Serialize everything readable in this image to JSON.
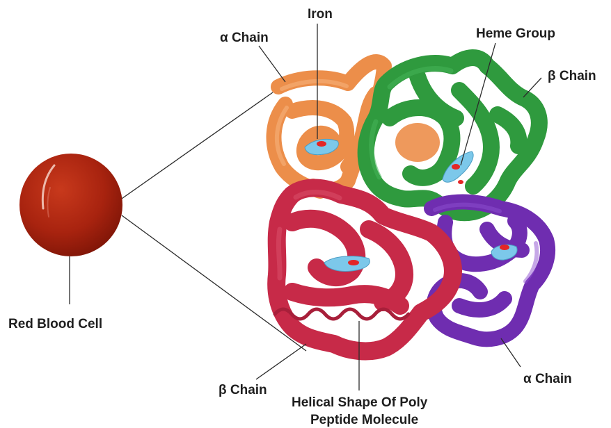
{
  "labels": {
    "iron": "Iron",
    "alpha_chain_top": "α Chain",
    "heme_group": "Heme Group",
    "beta_chain_right": "β Chain",
    "red_blood_cell": "Red Blood Cell",
    "beta_chain_bottom": "β Chain",
    "alpha_chain_bottom": "α Chain",
    "helical_line1": "Helical Shape Of Poly",
    "helical_line2": "Peptide Molecule"
  },
  "colors": {
    "alpha_chain_top": "#ec8e4a",
    "beta_chain_right": "#2f9a3e",
    "beta_chain_bottom": "#c72a48",
    "alpha_chain_bottom": "#6f2db0",
    "heme_group": "#7cc8ea",
    "iron": "#e32626",
    "red_blood_cell": "#a8230f"
  }
}
